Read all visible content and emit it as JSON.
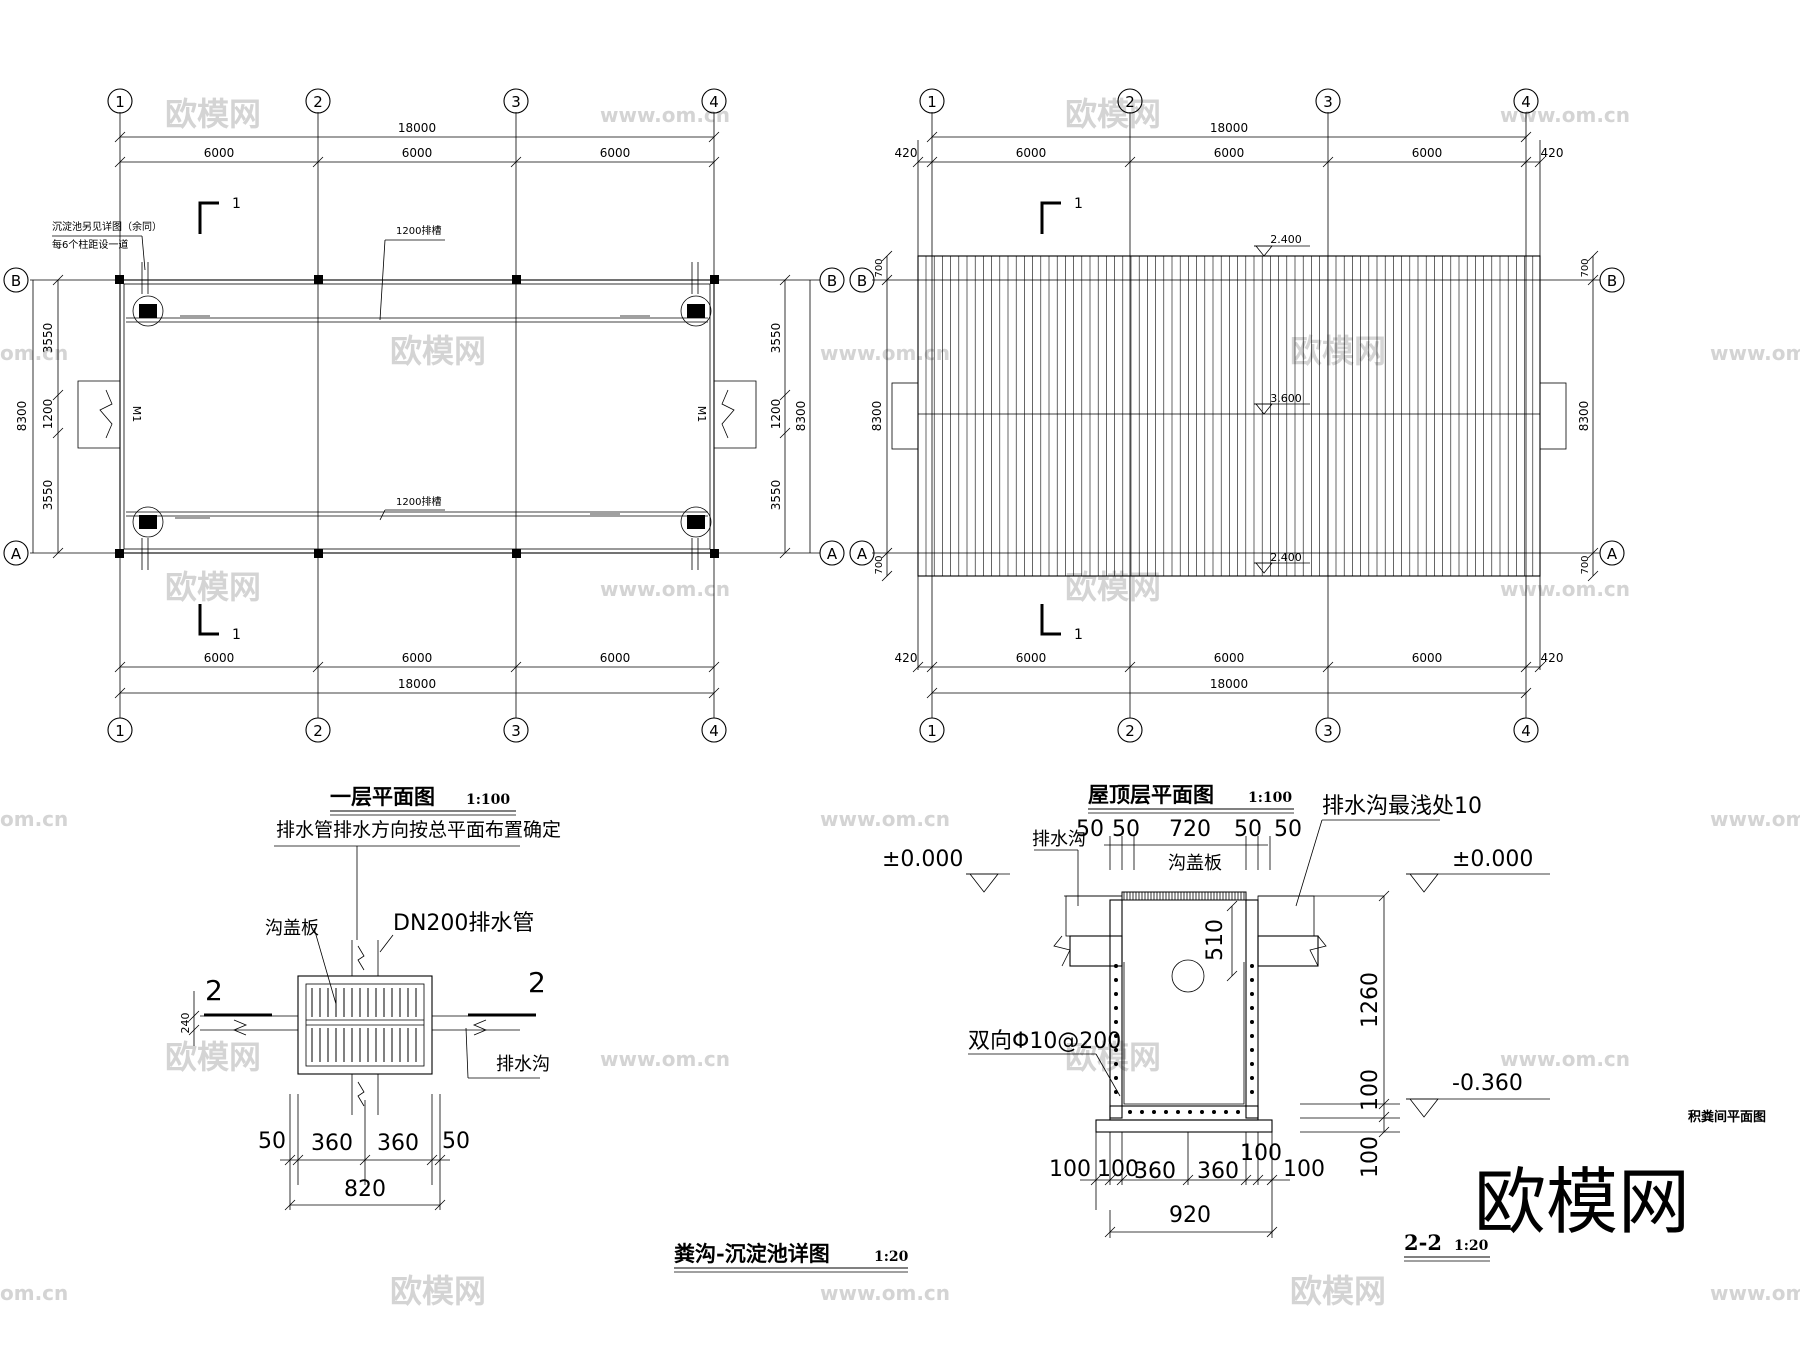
{
  "plan1": {
    "axes_x": [
      "1",
      "2",
      "3",
      "4"
    ],
    "axes_y": [
      "A",
      "B"
    ],
    "dim_total": "18000",
    "dim_bay": "6000",
    "dim_h_total": "8300",
    "dim_h_parts": [
      "3550",
      "1200",
      "3550"
    ],
    "section_mark": "1",
    "note1": "沉淀池另见详图（余同）",
    "note2": "每6个柱距设一道",
    "gutter_label": "1200排槽",
    "door": "M1",
    "title": "一层平面图",
    "scale": "1:100"
  },
  "plan2": {
    "axes_x": [
      "1",
      "2",
      "3",
      "4"
    ],
    "axes_y": [
      "A",
      "B"
    ],
    "dim_total": "18000",
    "dim_bay": "6000",
    "dim_edge": "420",
    "dim_side": "700",
    "dim_h_total": "8300",
    "elev_top": "2.400",
    "elev_mid": "3.600",
    "elev_bot": "2.400",
    "section_mark": "1",
    "title": "屋顶层平面图",
    "scale": "1:100"
  },
  "detail1": {
    "note": "排水管排水方向按总平面布置确定",
    "cover": "沟盖板",
    "pipe": "DN200排水管",
    "channel": "排水沟",
    "section": "2",
    "dim_240": "240",
    "dims": [
      "50",
      "360",
      "360",
      "50"
    ],
    "dim_total": "820",
    "title": "粪沟-沉淀池详图",
    "scale": "1:20"
  },
  "detail2": {
    "channel": "排水沟",
    "top_dims": [
      "50",
      "50",
      "720",
      "50",
      "50"
    ],
    "min_depth": "排水沟最浅处10",
    "cover": "沟盖板",
    "elev_left": "±0.000",
    "elev_right": "±0.000",
    "dim_510": "510",
    "dim_1260": "1260",
    "rebar": "双向Φ10@200",
    "dim_v100a": "100",
    "dim_v100b": "100",
    "elev_bottom": "-0.360",
    "bottom_dims": [
      "100",
      "100",
      "360",
      "360",
      "100",
      "100"
    ],
    "dim_total": "920",
    "title": "2-2",
    "scale": "1:20"
  },
  "side_label": "积粪间平面图",
  "watermark": {
    "cn": "欧模网",
    "url": "www.om.cn",
    "part": "om.cn"
  }
}
